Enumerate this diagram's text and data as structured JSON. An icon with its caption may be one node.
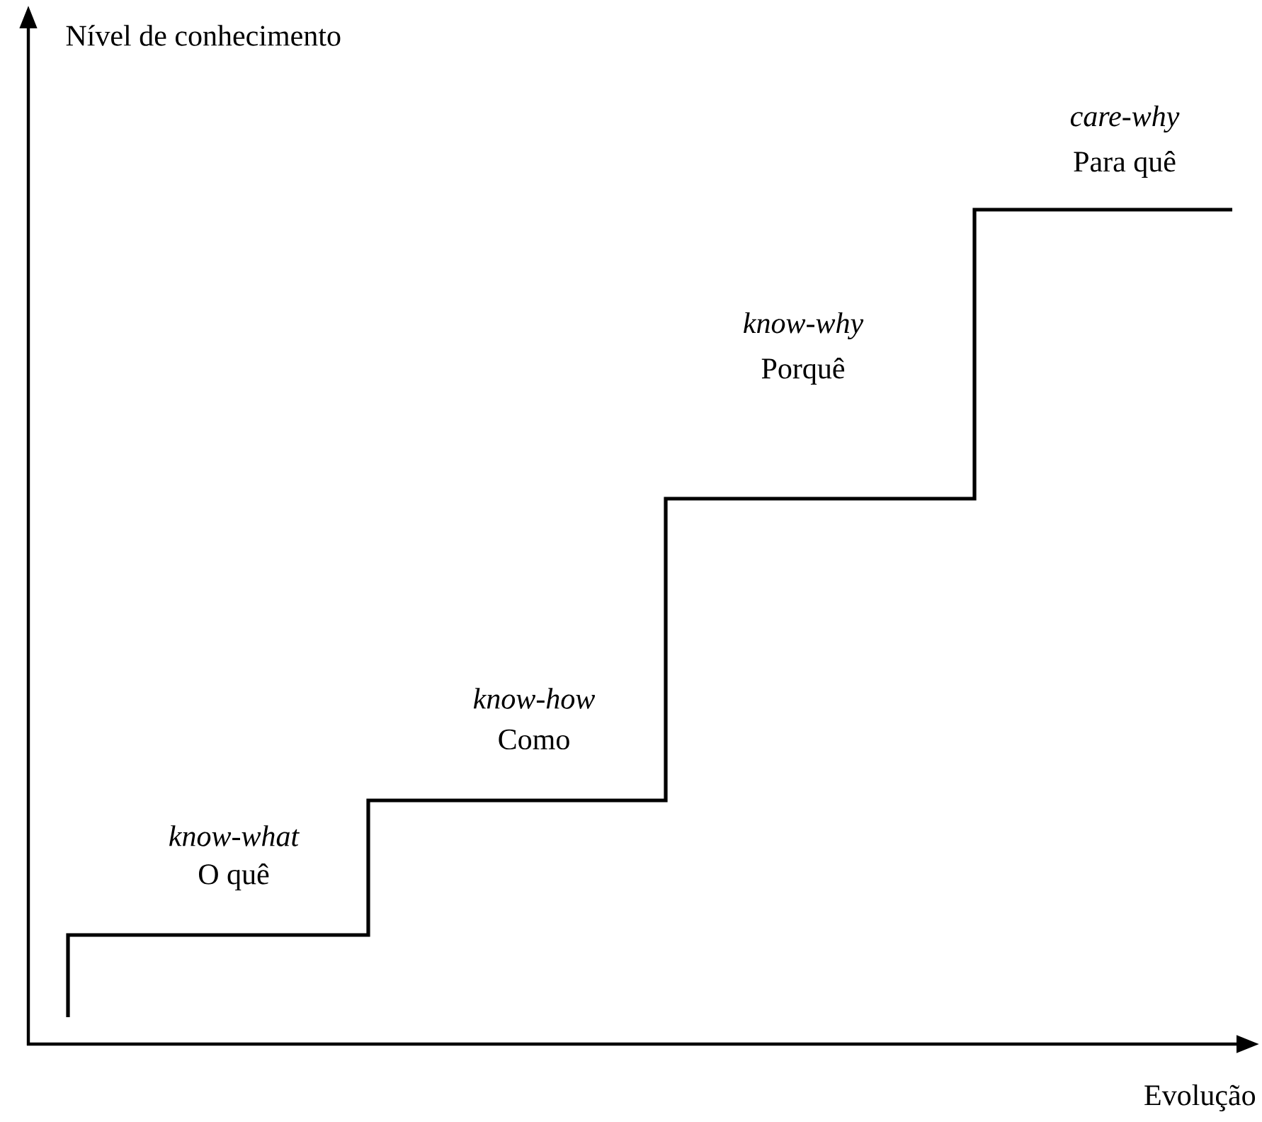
{
  "diagram": {
    "labels": [
      "Nível de conhecimento",
      "care-why",
      "Para quê",
      "know-why",
      "Porquê",
      "know-how",
      "Como",
      "know-what",
      "O quê",
      "Evolução"
    ]
  }
}
